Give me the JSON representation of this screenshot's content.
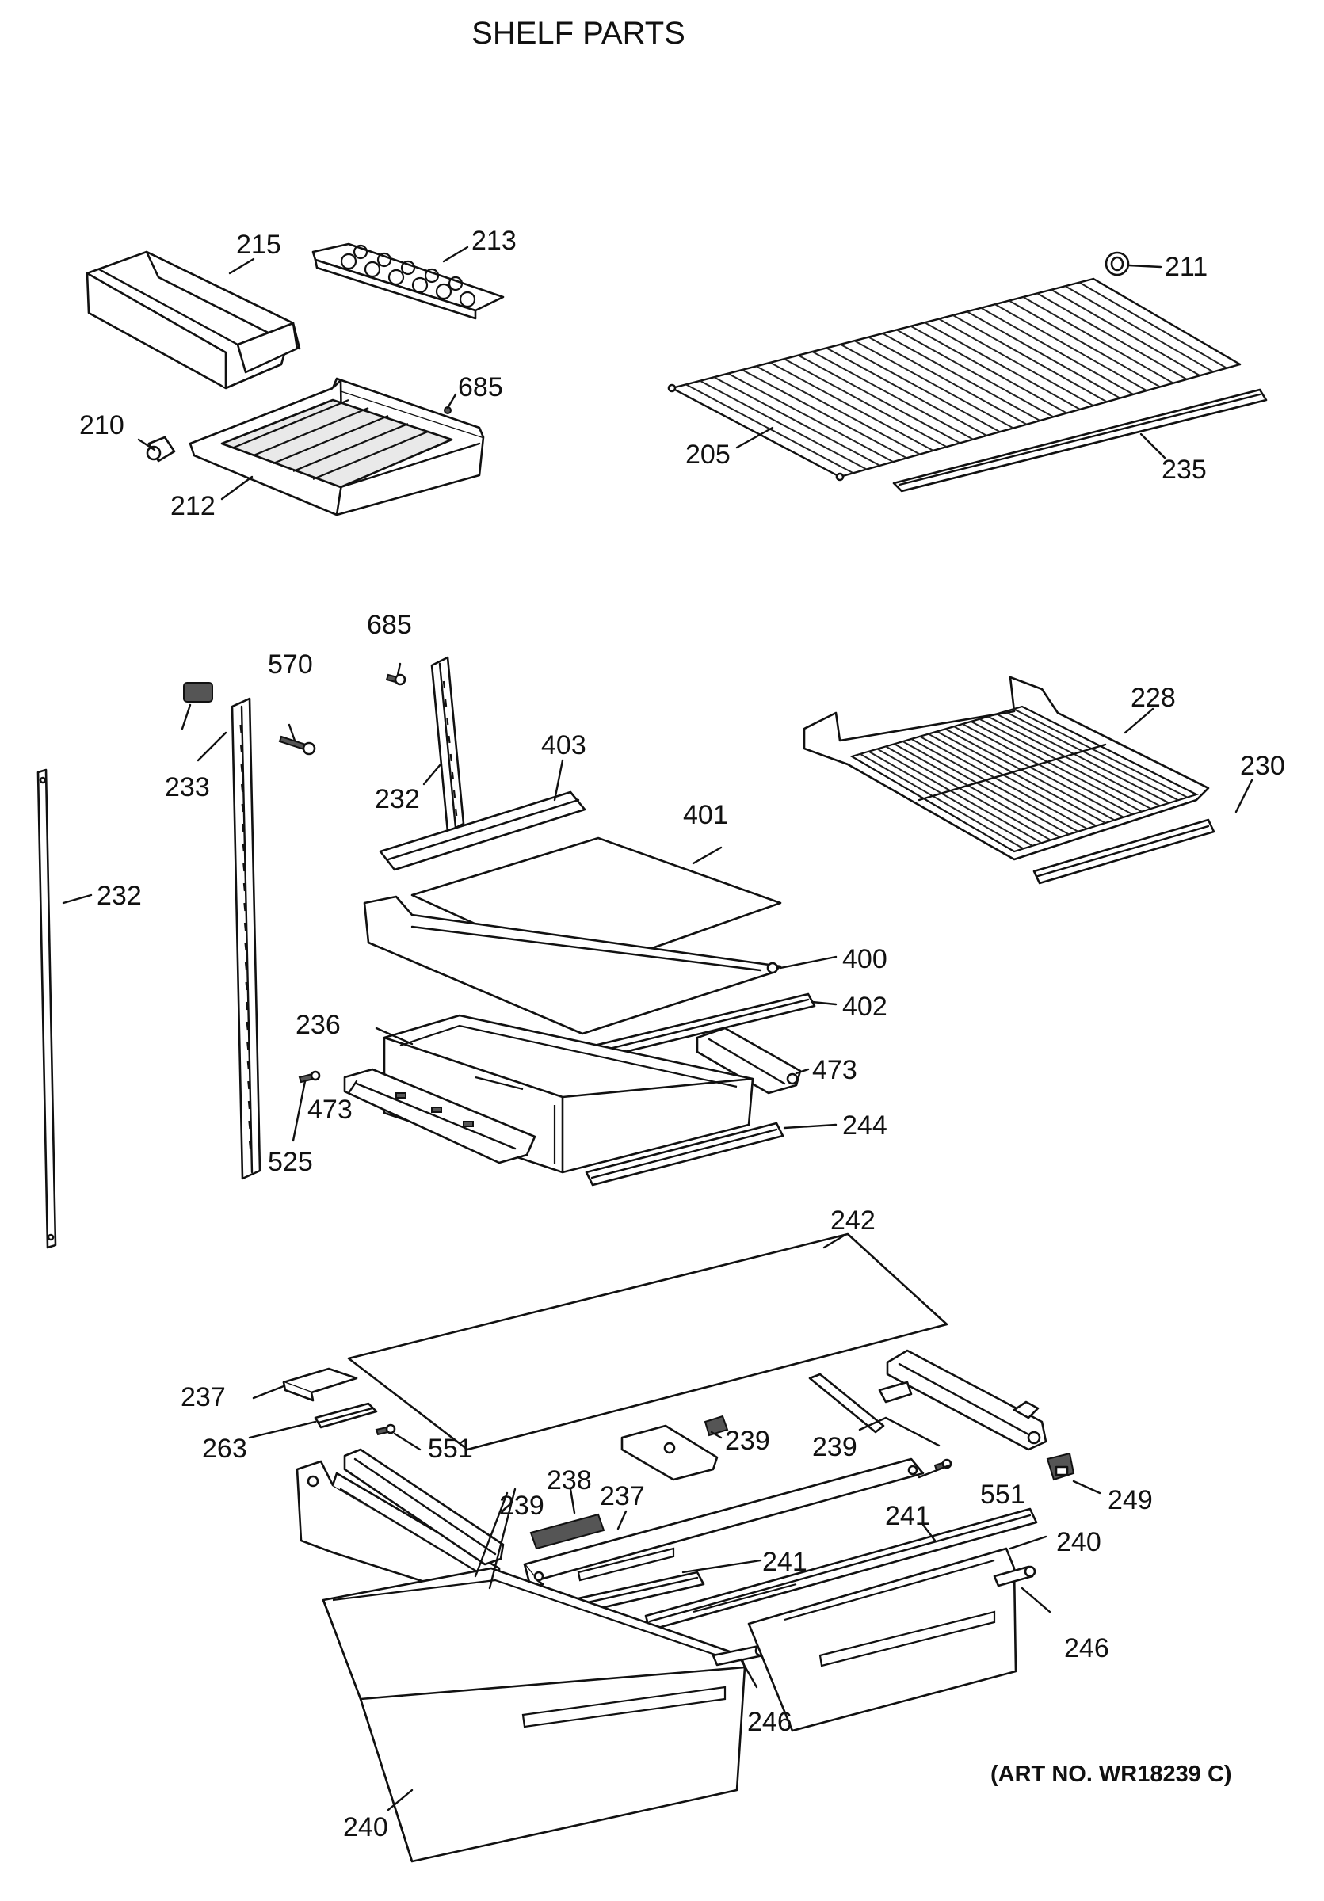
{
  "page": {
    "title": "SHELF PARTS",
    "art_number": "(ART NO. WR18239 C)"
  },
  "parts": {
    "p215": "215",
    "p213": "213",
    "p211": "211",
    "p685a": "685",
    "p210": "210",
    "p212": "212",
    "p205": "205",
    "p235": "235",
    "p685b": "685",
    "p570": "570",
    "p233": "233",
    "p232a": "232",
    "p403": "403",
    "p401": "401",
    "p228": "228",
    "p230": "230",
    "p232b": "232",
    "p400": "400",
    "p236": "236",
    "p402": "402",
    "p473a": "473",
    "p473b": "473",
    "p525": "525",
    "p244": "244",
    "p242": "242",
    "p237a": "237",
    "p263": "263",
    "p551a": "551",
    "p239a": "239",
    "p239b": "239",
    "p238": "238",
    "p237b": "237",
    "p239c": "239",
    "p551b": "551",
    "p249": "249",
    "p241a": "241",
    "p241b": "241",
    "p240a": "240",
    "p246a": "246",
    "p246b": "246",
    "p240b": "240"
  }
}
